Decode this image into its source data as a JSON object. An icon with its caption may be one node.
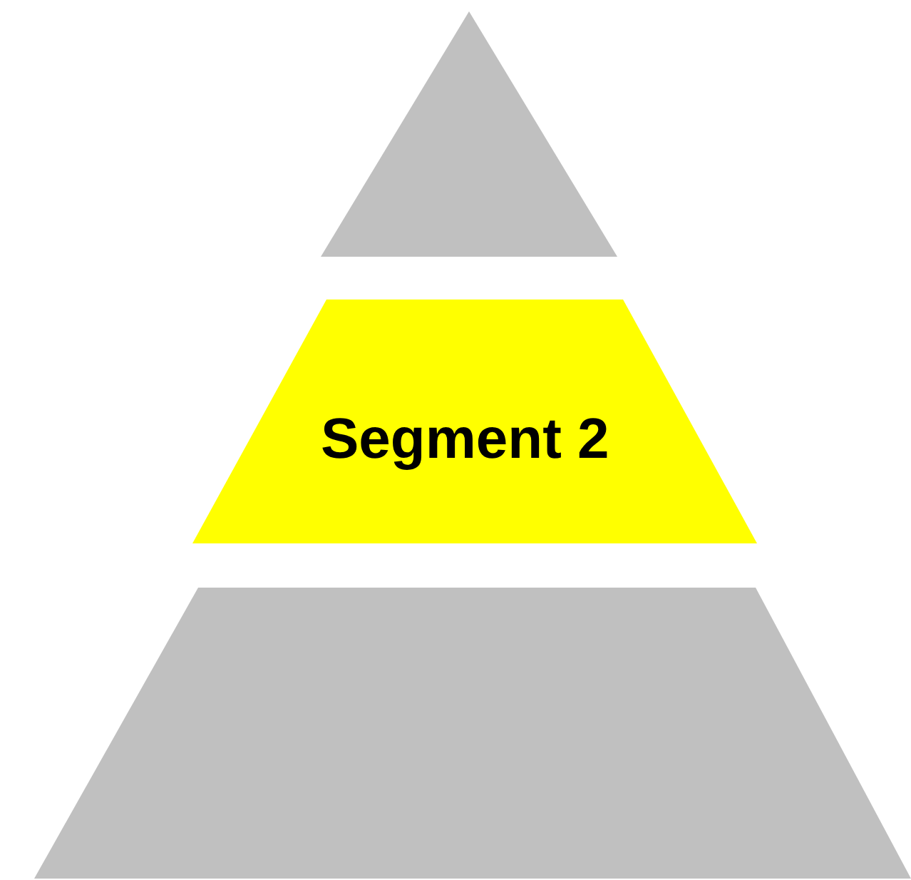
{
  "diagram": {
    "nodes": [
      {
        "text": [],
        "shape": "triangle"
      },
      {
        "text": [
          "Segment 2"
        ]
      },
      {
        "text": [],
        "shape": "trapezoid"
      }
    ]
  }
}
